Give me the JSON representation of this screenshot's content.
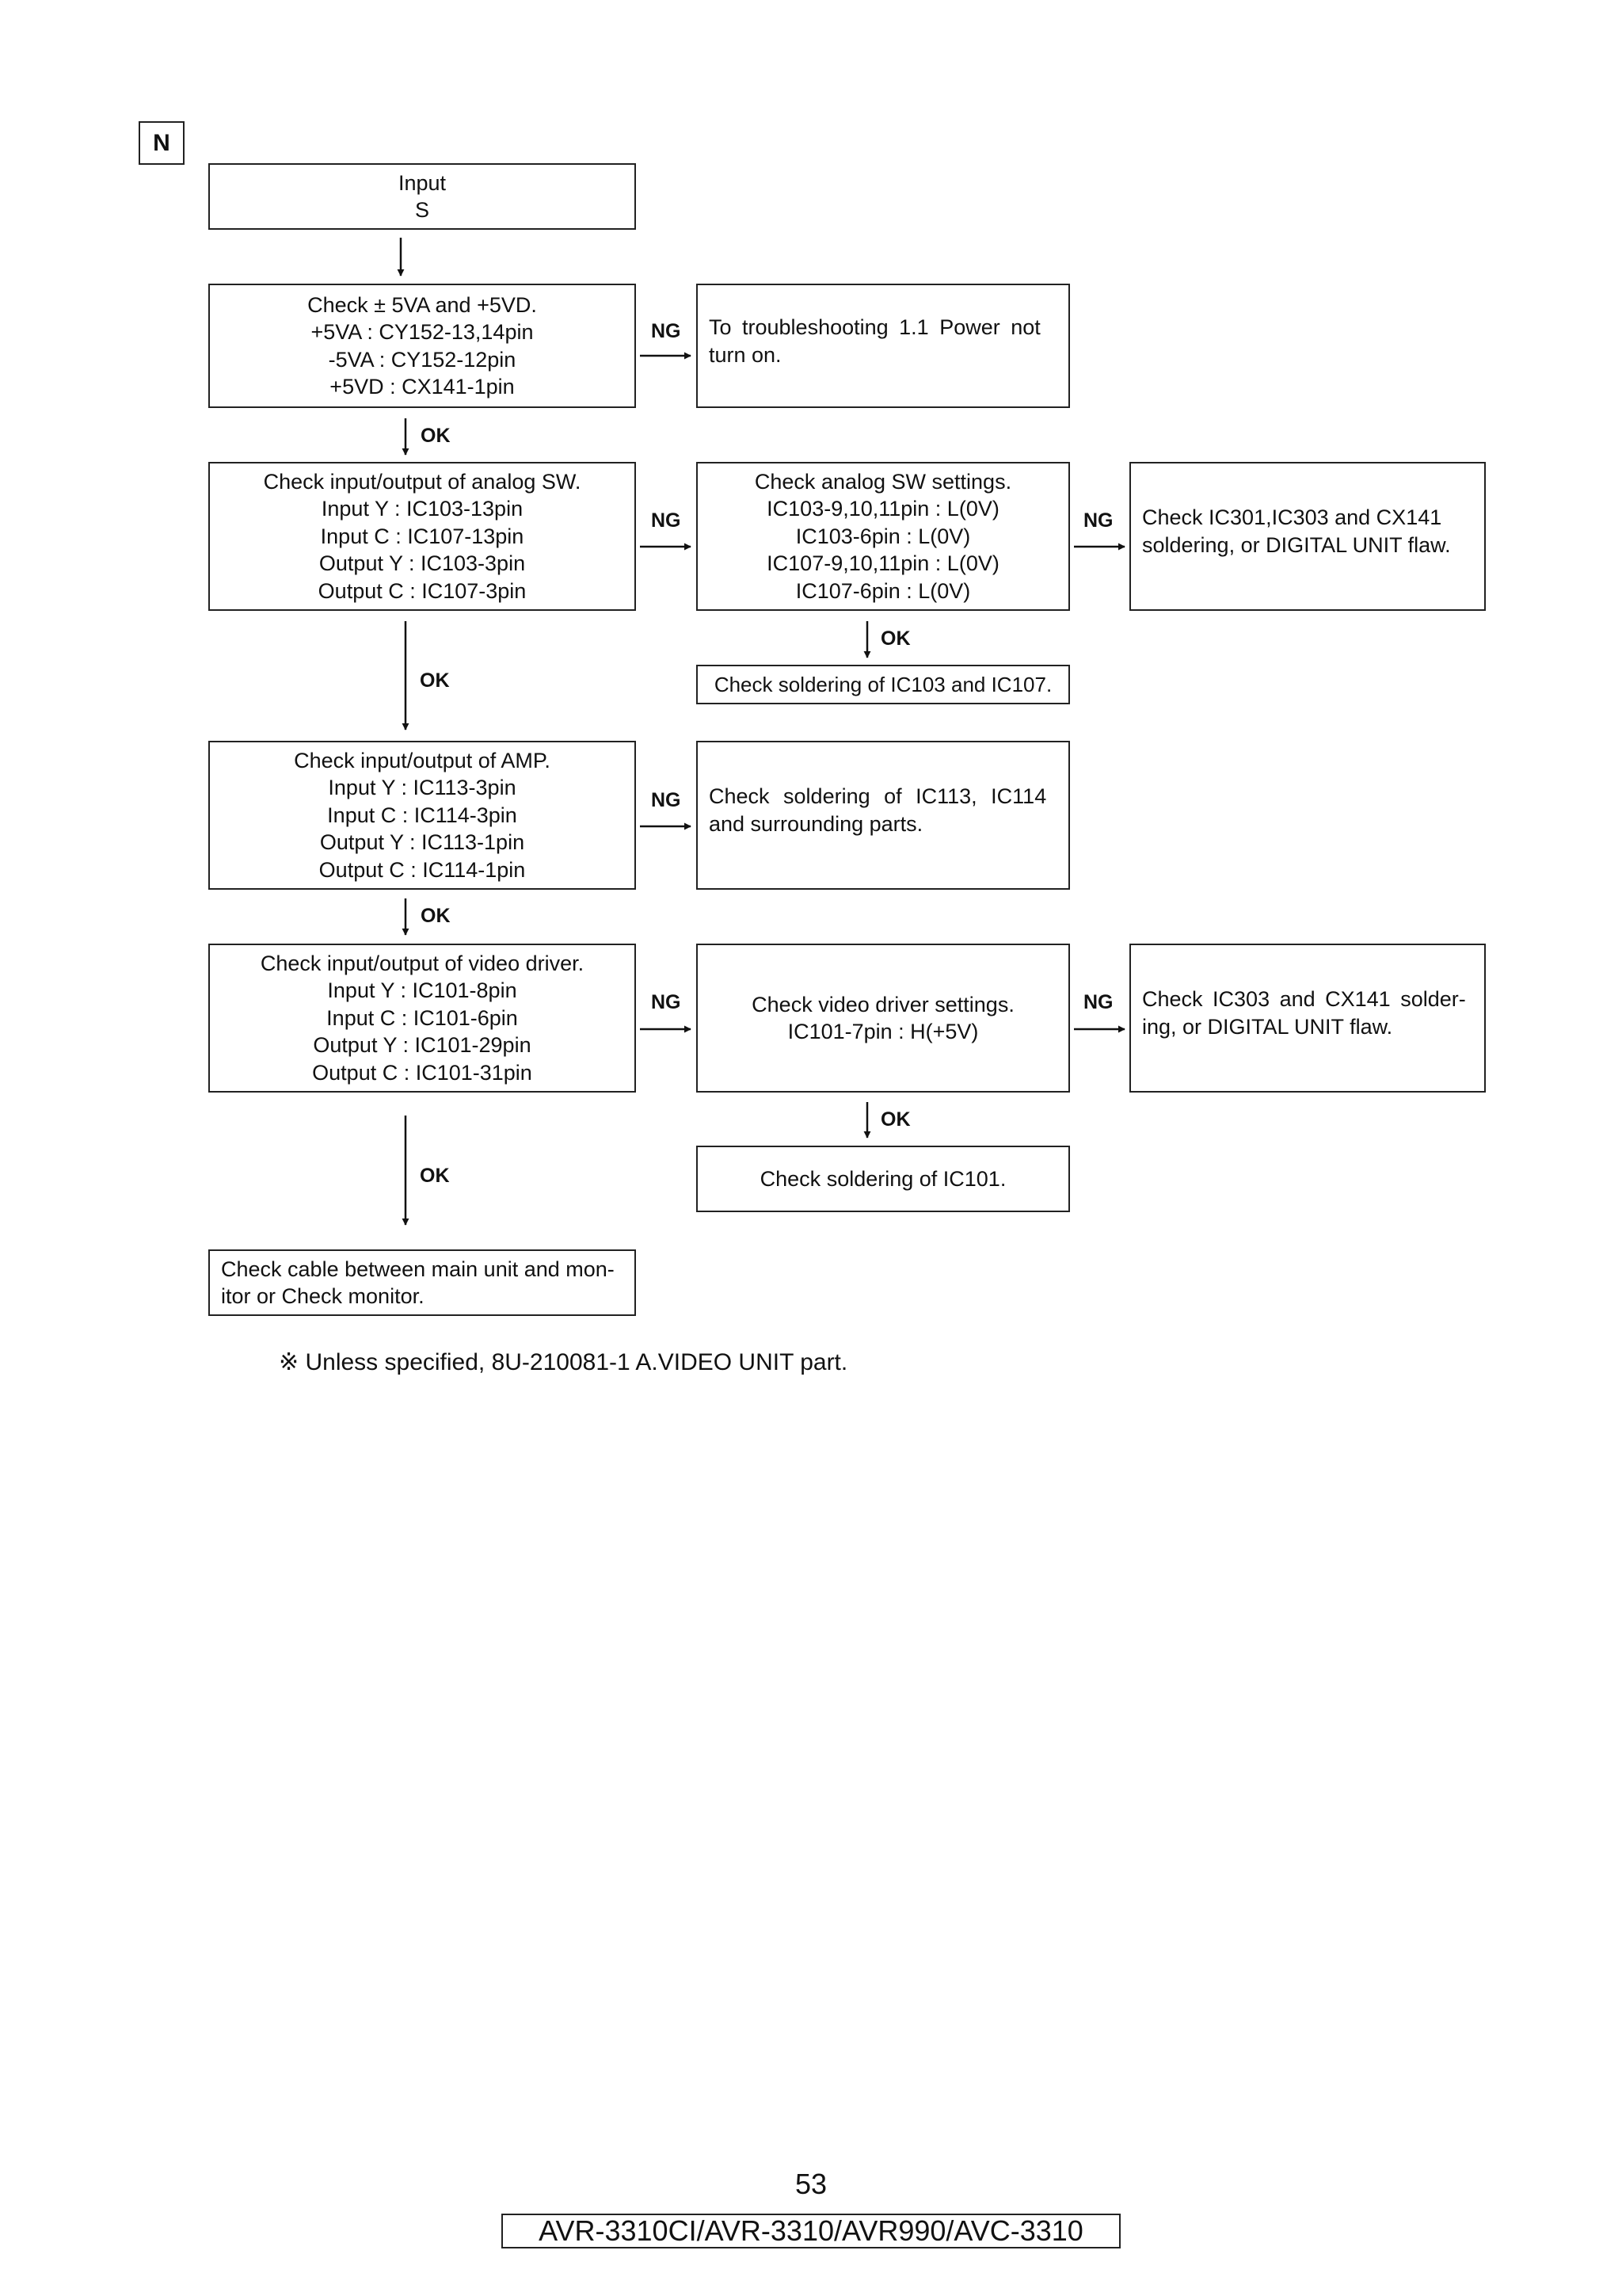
{
  "section_tag": "N",
  "nodes": {
    "input": [
      "Input",
      "S"
    ],
    "check_power": [
      "Check ± 5VA and +5VD.",
      "+5VA : CY152-13,14pin",
      "-5VA : CY152-12pin",
      "+5VD : CX141-1pin"
    ],
    "power_ng": [
      "To troubleshooting 1.1 Power not",
      "turn on."
    ],
    "check_analog_sw": [
      "Check input/output of analog SW.",
      "Input Y : IC103-13pin",
      "Input C : IC107-13pin",
      "Output Y : IC103-3pin",
      "Output C : IC107-3pin"
    ],
    "check_sw_settings": [
      "Check analog SW settings.",
      "IC103-9,10,11pin : L(0V)",
      "IC103-6pin : L(0V)",
      "IC107-9,10,11pin : L(0V)",
      "IC107-6pin : L(0V)"
    ],
    "sw_ng": [
      "Check IC301,IC303 and CX141",
      "soldering, or DIGITAL UNIT flaw."
    ],
    "sw_solder": [
      "Check soldering of IC103 and IC107."
    ],
    "check_amp": [
      "Check input/output of AMP.",
      "Input Y : IC113-3pin",
      "Input C : IC114-3pin",
      "Output Y : IC113-1pin",
      "Output C : IC114-1pin"
    ],
    "amp_ng": [
      "Check soldering of IC113, IC114",
      "and surrounding parts."
    ],
    "check_video_driver": [
      "Check input/output of video driver.",
      "Input Y : IC101-8pin",
      "Input C :  IC101-6pin",
      "Output Y : IC101-29pin",
      "Output C : IC101-31pin"
    ],
    "check_driver_settings": [
      "Check video driver settings.",
      "IC101-7pin : H(+5V)"
    ],
    "driver_ng": [
      "Check IC303 and CX141 solder-",
      "ing, or DIGITAL UNIT flaw."
    ],
    "driver_solder": [
      "Check soldering of IC101."
    ],
    "check_cable": [
      "Check cable between main unit and mon-",
      "itor or Check monitor."
    ]
  },
  "labels": {
    "ok": "OK",
    "ng": "NG"
  },
  "footnote": "※  Unless specified, 8U-210081-1 A.VIDEO UNIT part.",
  "page_number": "53",
  "model": "AVR-3310CI/AVR-3310/AVR990/AVC-3310"
}
